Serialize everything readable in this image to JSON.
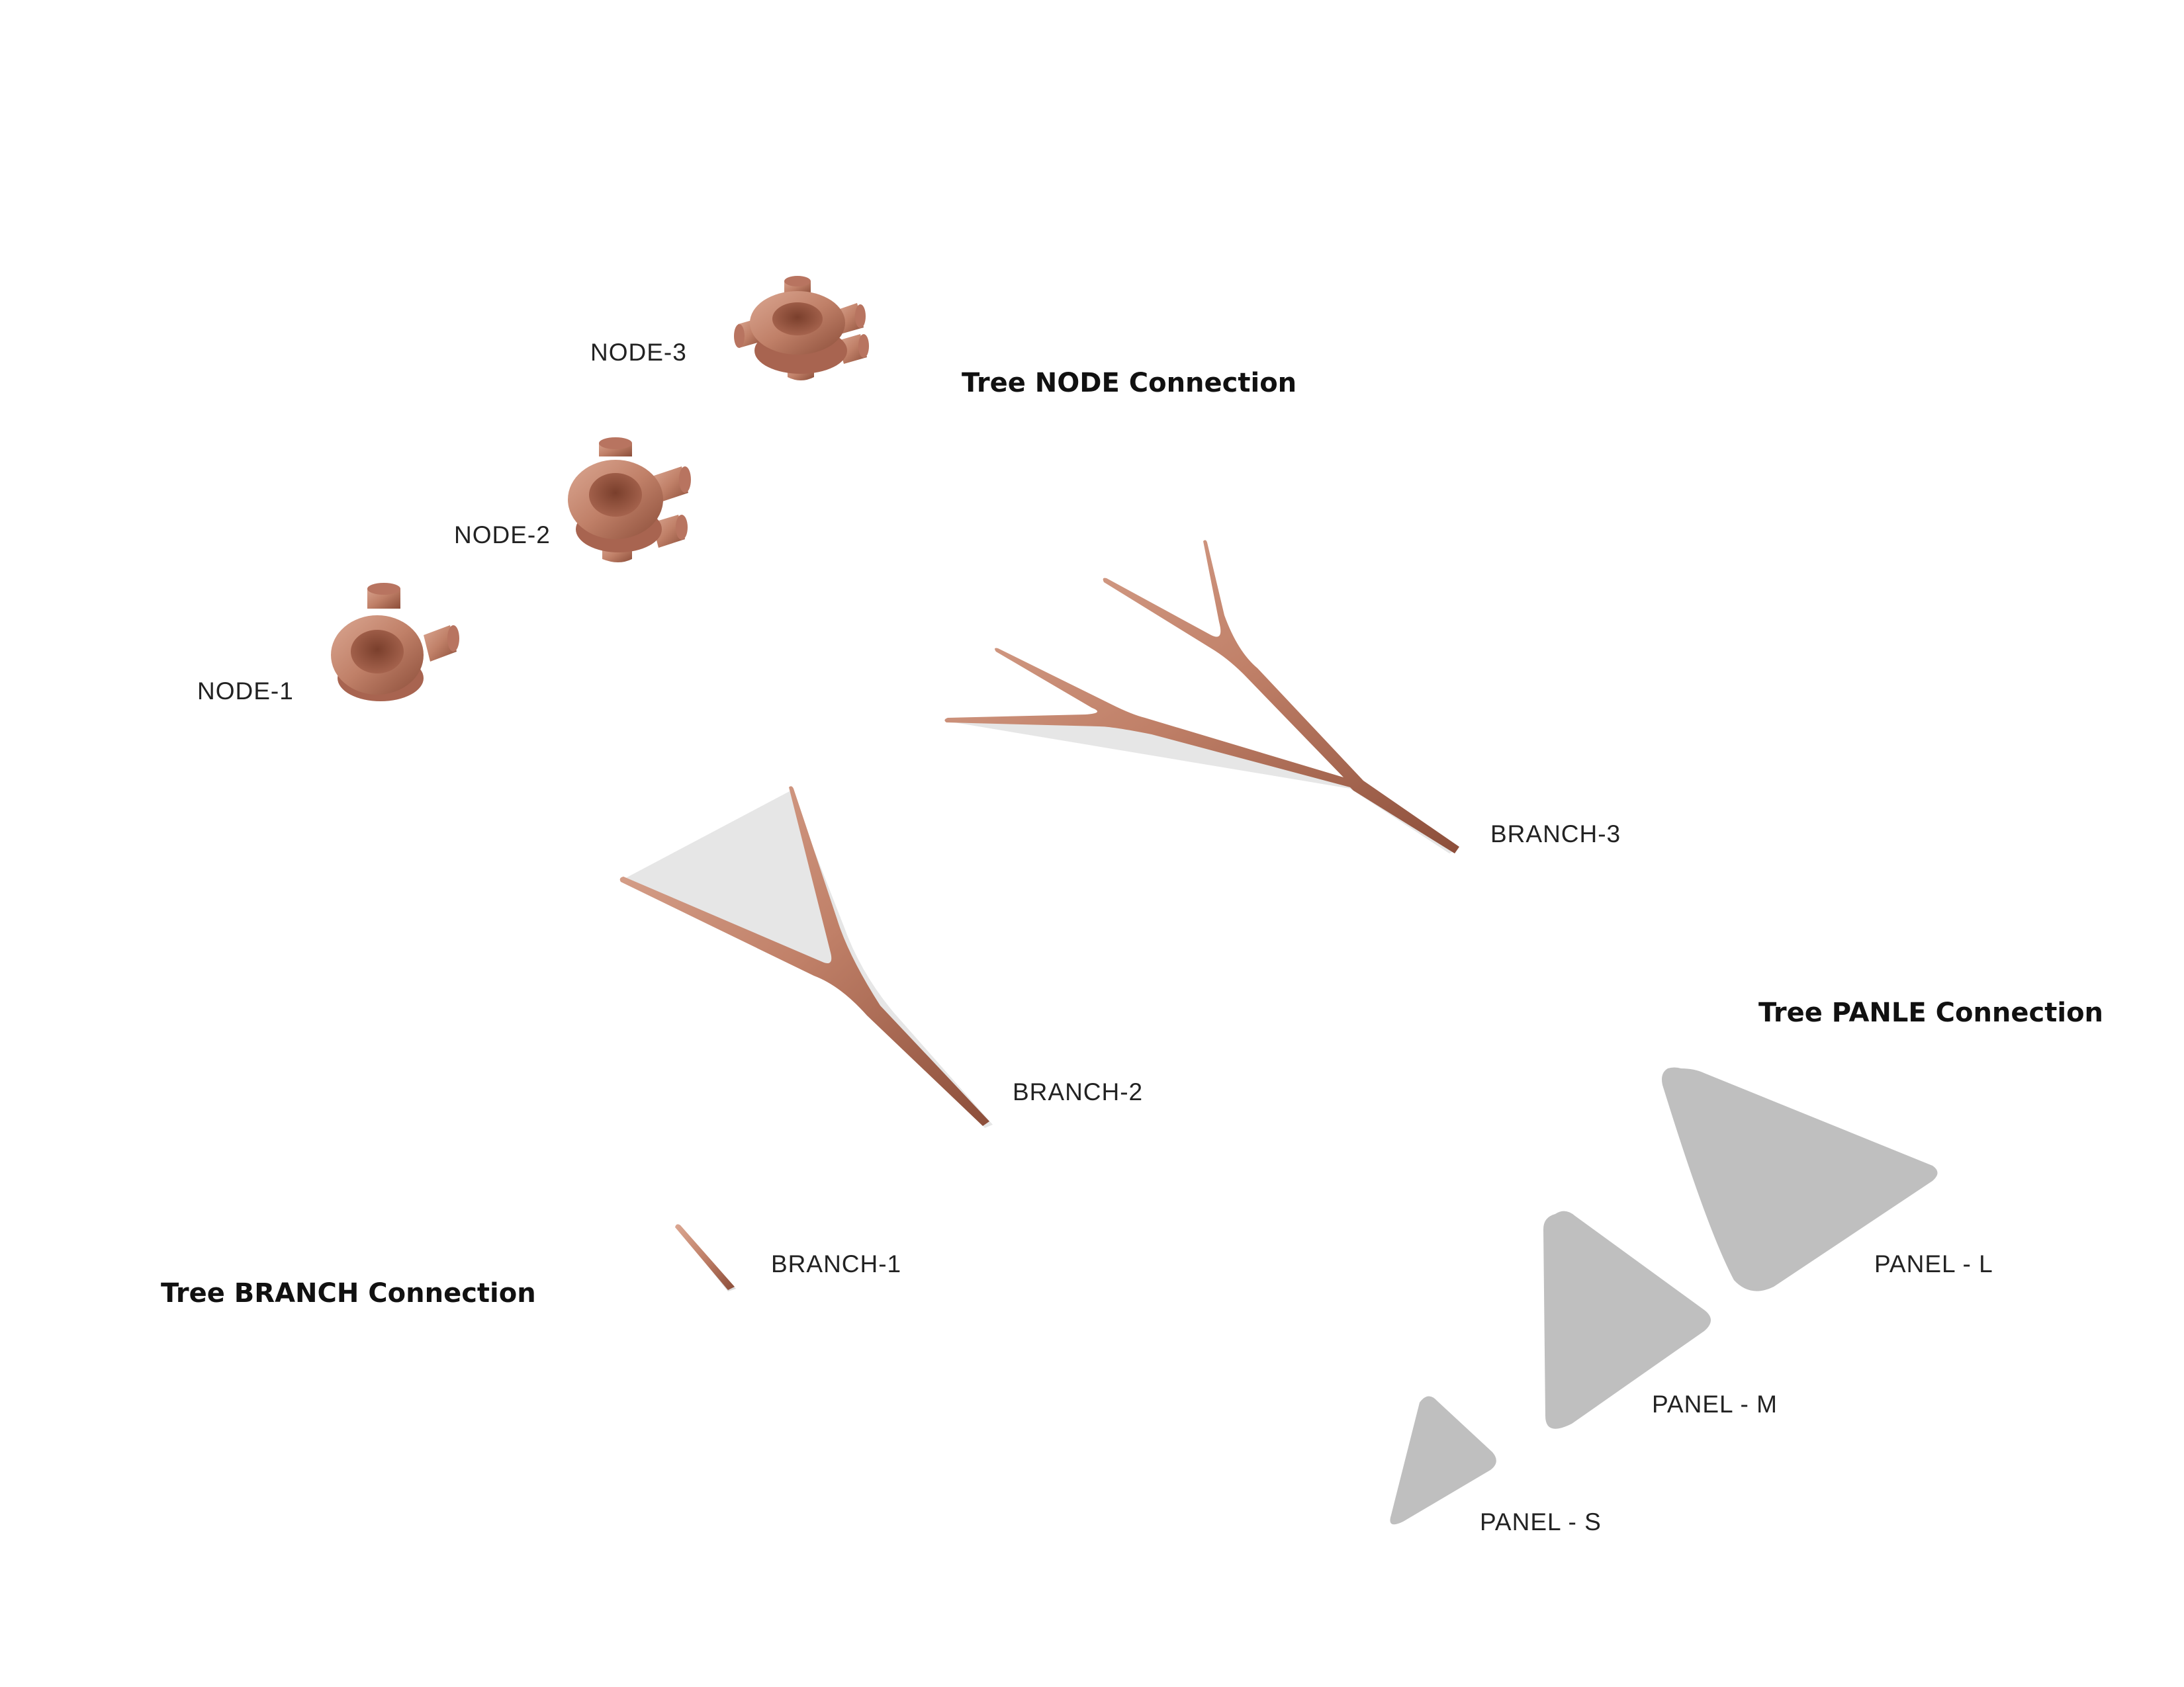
{
  "headings": {
    "node": "Tree NODE Connection",
    "branch": "Tree BRANCH Connection",
    "panel": "Tree PANLE Connection"
  },
  "nodes": [
    {
      "label": "NODE-1",
      "icon": "node-1-icon"
    },
    {
      "label": "NODE-2",
      "icon": "node-2-icon"
    },
    {
      "label": "NODE-3",
      "icon": "node-3-icon"
    }
  ],
  "branches": [
    {
      "label": "BRANCH-1",
      "icon": "branch-1-icon"
    },
    {
      "label": "BRANCH-2",
      "icon": "branch-2-icon"
    },
    {
      "label": "BRANCH-3",
      "icon": "branch-3-icon"
    }
  ],
  "panels": [
    {
      "label": "PANEL - S",
      "icon": "panel-s-icon"
    },
    {
      "label": "PANEL - M",
      "icon": "panel-m-icon"
    },
    {
      "label": "PANEL - L",
      "icon": "panel-l-icon"
    }
  ],
  "colors": {
    "copper": "#c08068",
    "copper_dark": "#8c4e3a",
    "copper_light": "#dba792",
    "panel_gray": "#bfbfbf",
    "background": "#ffffff"
  }
}
